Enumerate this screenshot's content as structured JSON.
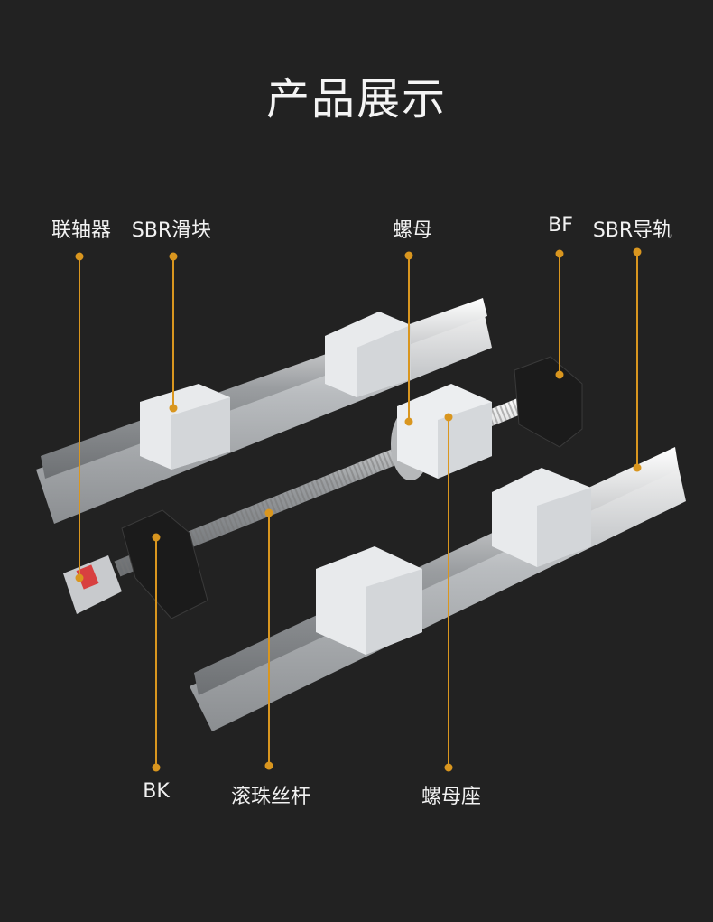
{
  "title": "产品展示",
  "accent_color": "#d9961f",
  "callouts_top": [
    {
      "id": "coupling",
      "label": "联轴器"
    },
    {
      "id": "sbr-block",
      "label": "SBR滑块"
    },
    {
      "id": "nut",
      "label": "螺母"
    },
    {
      "id": "bf",
      "label": "BF"
    },
    {
      "id": "sbr-rail",
      "label": "SBR导轨"
    }
  ],
  "callouts_bottom": [
    {
      "id": "bk",
      "label": "BK"
    },
    {
      "id": "ball-screw",
      "label": "滚珠丝杆"
    },
    {
      "id": "nut-seat",
      "label": "螺母座"
    }
  ]
}
